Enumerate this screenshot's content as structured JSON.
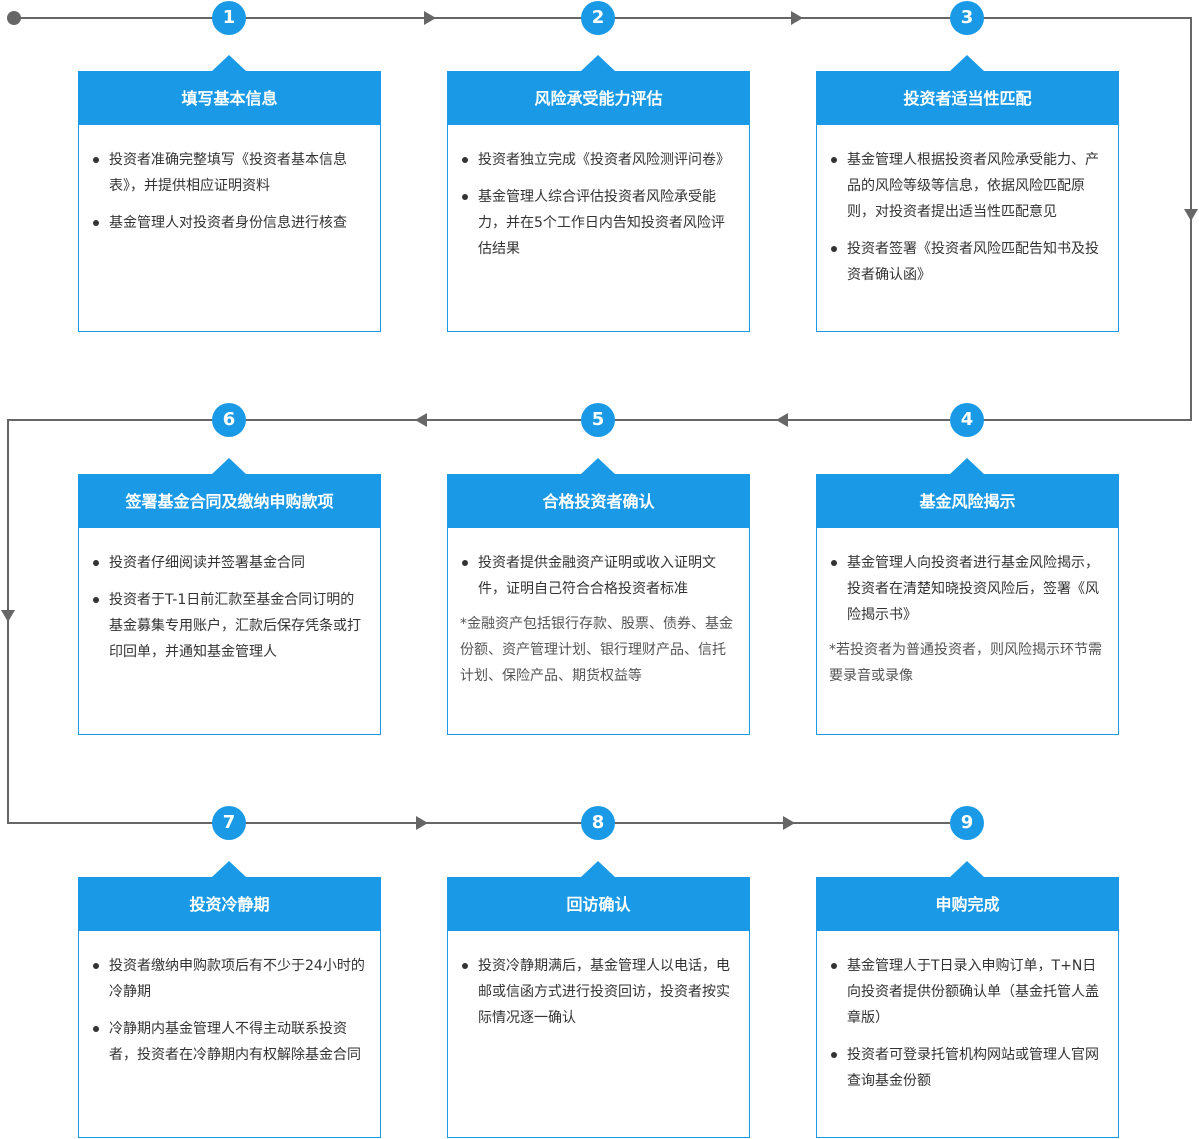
{
  "colors": {
    "accent": "#1a9ae6",
    "connector": "#666666"
  },
  "steps": [
    {
      "num": "1",
      "title": "填写基本信息",
      "bullets": [
        "投资者准确完整填写《投资者基本信息表》，并提供相应证明资料",
        "基金管理人对投资者身份信息进行核查"
      ],
      "note": ""
    },
    {
      "num": "2",
      "title": "风险承受能力评估",
      "bullets": [
        "投资者独立完成《投资者风险测评问卷》",
        "基金管理人综合评估投资者风险承受能力，并在5个工作日内告知投资者风险评估结果"
      ],
      "note": ""
    },
    {
      "num": "3",
      "title": "投资者适当性匹配",
      "bullets": [
        "基金管理人根据投资者风险承受能力、产品的风险等级等信息，依据风险匹配原则，对投资者提出适当性匹配意见",
        "投资者签署《投资者风险匹配告知书及投资者确认函》"
      ],
      "note": ""
    },
    {
      "num": "4",
      "title": "基金风险揭示",
      "bullets": [
        "基金管理人向投资者进行基金风险揭示，投资者在清楚知晓投资风险后，签署《风险揭示书》"
      ],
      "note": "*若投资者为普通投资者，则风险揭示环节需要录音或录像"
    },
    {
      "num": "5",
      "title": "合格投资者确认",
      "bullets": [
        "投资者提供金融资产证明或收入证明文件，证明自己符合合格投资者标准"
      ],
      "note": "*金融资产包括银行存款、股票、债券、基金份额、资产管理计划、银行理财产品、信托计划、保险产品、期货权益等"
    },
    {
      "num": "6",
      "title": "签署基金合同及缴纳申购款项",
      "bullets": [
        "投资者仔细阅读并签署基金合同",
        "投资者于T-1日前汇款至基金合同订明的基金募集专用账户，汇款后保存凭条或打印回单，并通知基金管理人"
      ],
      "note": ""
    },
    {
      "num": "7",
      "title": "投资冷静期",
      "bullets": [
        "投资者缴纳申购款项后有不少于24小时的冷静期",
        "冷静期内基金管理人不得主动联系投资者，投资者在冷静期内有权解除基金合同"
      ],
      "note": ""
    },
    {
      "num": "8",
      "title": "回访确认",
      "bullets": [
        "投资冷静期满后，基金管理人以电话，电邮或信函方式进行投资回访，投资者按实际情况逐一确认"
      ],
      "note": ""
    },
    {
      "num": "9",
      "title": "申购完成",
      "bullets": [
        "基金管理人于T日录入申购订单，T+N日向投资者提供份额确认单（基金托管人盖章版）",
        "投资者可登录托管机构网站或管理人官网查询基金份额"
      ],
      "note": ""
    }
  ]
}
